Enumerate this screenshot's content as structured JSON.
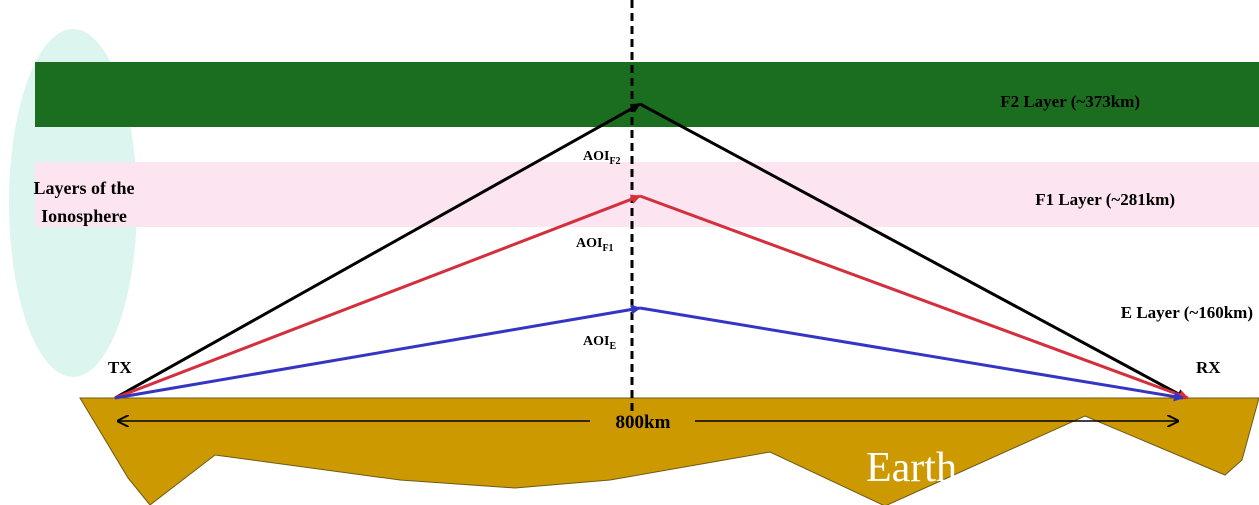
{
  "colors": {
    "f2_layer": "#1b6e1f",
    "f1_layer": "#fce4f0",
    "ionosphere_ellipse": "#dcf5ee",
    "earth": "#cc9900",
    "earth_outline": "#6b5a1a",
    "path_f2": "#000000",
    "path_f1": "#d42f3c",
    "path_e": "#3535c4",
    "divider": "#000000"
  },
  "layers": {
    "f2": "F2 Layer (~373km)",
    "f1": "F1 Layer (~281km)",
    "e": "E Layer (~160km)"
  },
  "group_label": {
    "line1": "Layers of the",
    "line2": "Ionosphere"
  },
  "stations": {
    "tx": "TX",
    "rx": "RX"
  },
  "distance": "800km",
  "aoi": {
    "base": "AOI",
    "f2_sub": "F2",
    "f1_sub": "F1",
    "e_sub": "E"
  },
  "earth_label": "Earth"
}
